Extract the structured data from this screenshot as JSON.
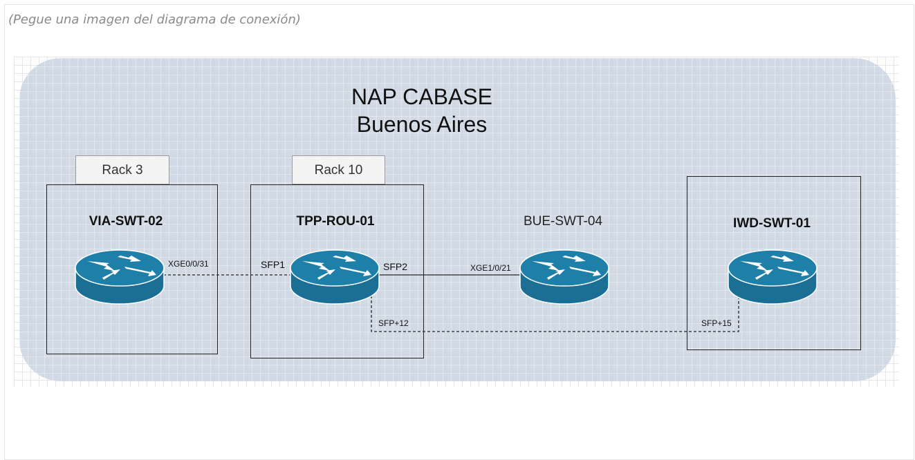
{
  "caption": "(Pegue una imagen del diagrama de conexión)",
  "zone": {
    "title_line1": "NAP CABASE",
    "title_line2": "Buenos Aires"
  },
  "racks": {
    "rack3": "Rack 3",
    "rack10": "Rack 10"
  },
  "devices": {
    "via": "VIA-SWT-02",
    "tpp": "TPP-ROU-01",
    "bue": "BUE-SWT-04",
    "iwd": "IWD-SWT-01"
  },
  "ports": {
    "via_xge": "XGE0/0/31",
    "tpp_sfp1": "SFP1",
    "tpp_sfp2": "SFP2",
    "bue_xge": "XGE1/0/21",
    "tpp_sfp12": "SFP+12",
    "iwd_sfp15": "SFP+15"
  },
  "colors": {
    "router_body": "#1b6f94",
    "router_top": "#1e7fa8",
    "zone_fill": "#c9d4e0"
  }
}
